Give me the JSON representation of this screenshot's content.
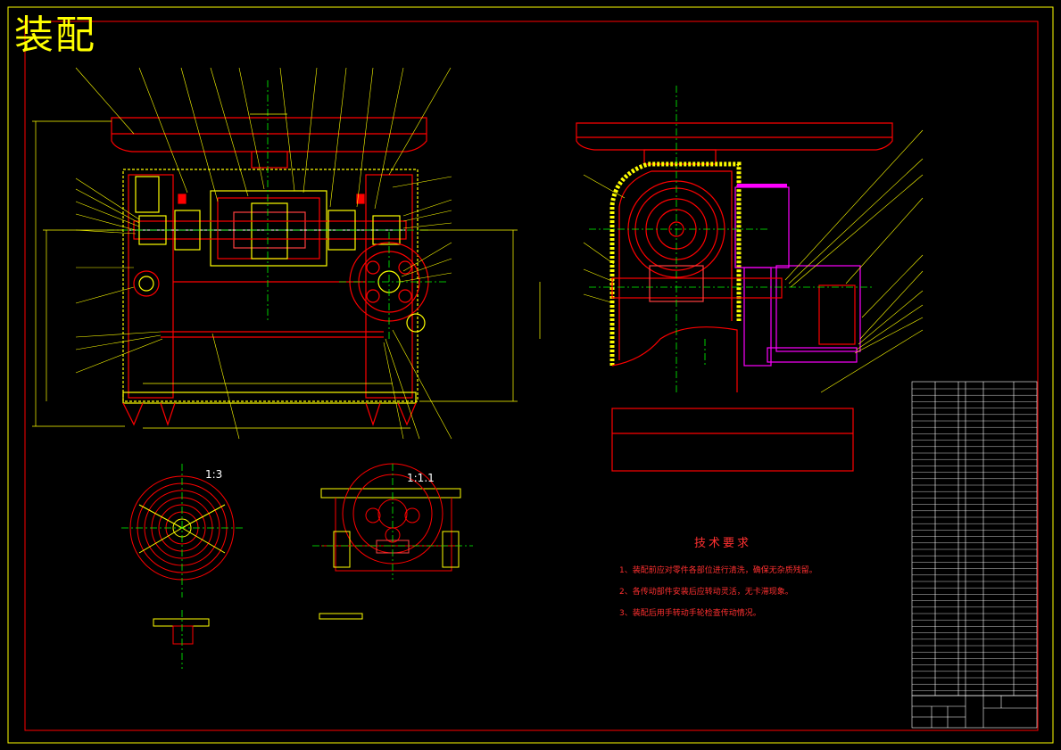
{
  "drawing": {
    "title": "装配",
    "views": {
      "detail_a_scale": "1:3",
      "detail_b_scale": "1:1.1"
    },
    "technical_requirements": {
      "heading": "技术要求",
      "notes": [
        "1、装配前应对零件各部位进行清洗，确保无杂质残留。",
        "2、各传动部件安装后应转动灵活，无卡滞现象。",
        "3、装配后用手转动手轮检查传动情况。"
      ]
    },
    "colors": {
      "background": "#000000",
      "frame": "#ffff00",
      "outline": "#ff0000",
      "hatch": "#ffff00",
      "center_line": "#00ff00",
      "leader": "#ffff00",
      "motor": "#ff00ff",
      "text": "#ffffff"
    }
  }
}
